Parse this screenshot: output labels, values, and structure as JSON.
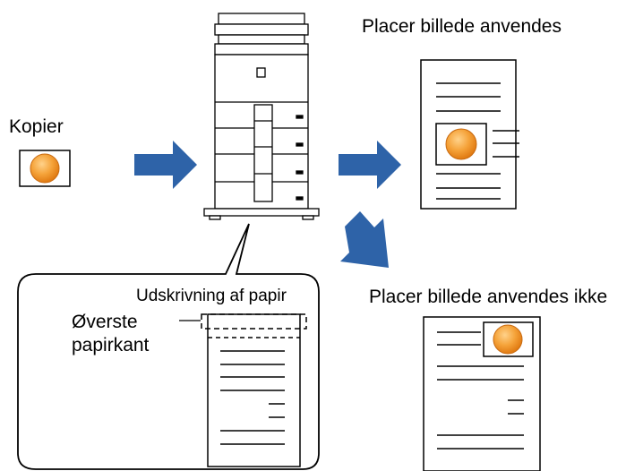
{
  "labels": {
    "copy": "Kopier",
    "applied": "Placer billede anvendes",
    "not_applied": "Placer billede anvendes ikke",
    "paper_output": "Udskrivning af papir",
    "top_edge_line1": "Øverste",
    "top_edge_line2": "papirkant"
  },
  "colors": {
    "arrow": "#2e63a8",
    "image_fill": "#f2992e",
    "line": "#000000",
    "background": "#ffffff"
  },
  "icons": {
    "machine": "multifunction-printer-icon",
    "image": "orange-circle-image-icon",
    "arrow": "right-arrow-icon"
  }
}
